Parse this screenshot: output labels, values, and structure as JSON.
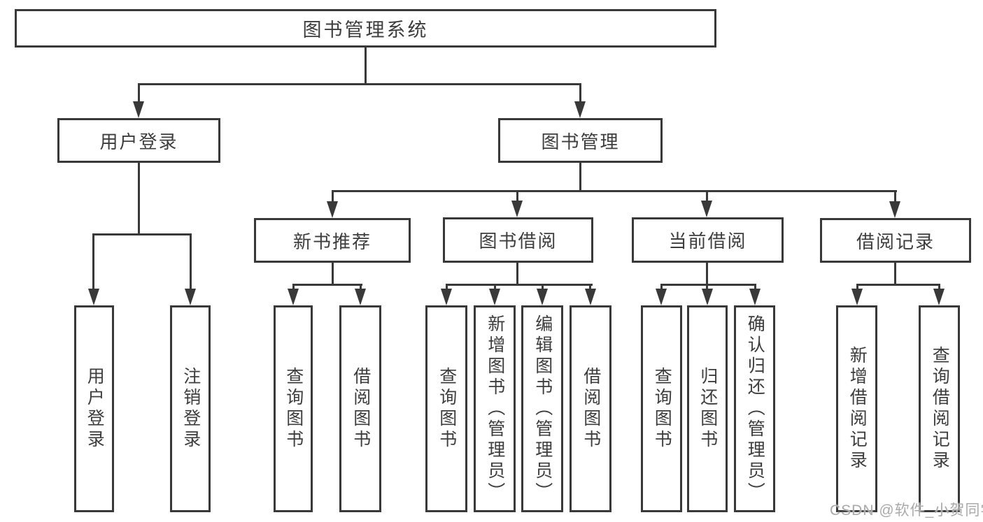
{
  "tree": {
    "root": {
      "label": "图书管理系统"
    },
    "branches": [
      {
        "label": "用户登录",
        "children": [
          {
            "label": "用户登录"
          },
          {
            "label": "注销登录"
          }
        ]
      },
      {
        "label": "图书管理",
        "children": [
          {
            "label": "新书推荐",
            "children": [
              {
                "label": "查询图书"
              },
              {
                "label": "借阅图书"
              }
            ]
          },
          {
            "label": "图书借阅",
            "children": [
              {
                "label": "查询图书"
              },
              {
                "label": "新增图书（管理员）"
              },
              {
                "label": "编辑图书（管理员）"
              },
              {
                "label": "借阅图书"
              }
            ]
          },
          {
            "label": "当前借阅",
            "children": [
              {
                "label": "查询图书"
              },
              {
                "label": "归还图书"
              },
              {
                "label": "确认归还（管理员）"
              }
            ]
          },
          {
            "label": "借阅记录",
            "children": [
              {
                "label": "新增借阅记录"
              },
              {
                "label": "查询借阅记录"
              }
            ]
          }
        ]
      }
    ]
  },
  "watermark": {
    "text": "CSDN @软件_小贺同学"
  },
  "colors": {
    "line": "#393939",
    "text": "#3d3d3d",
    "background": "#ffffff",
    "watermark": "#a9a9a9"
  }
}
